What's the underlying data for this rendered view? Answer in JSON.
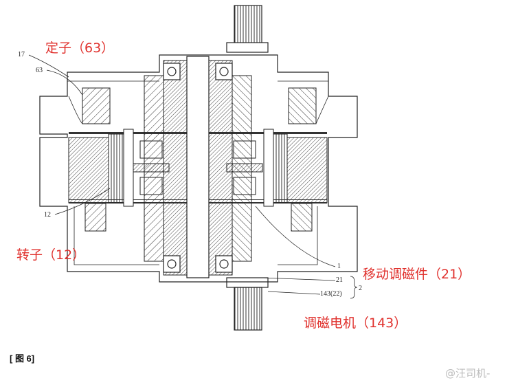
{
  "labels": {
    "stator": "定子（63）",
    "rotor": "转子（12）",
    "moving_modulator": "移动调磁件（21）",
    "motor": "调磁电机（143）"
  },
  "refs": {
    "r17": "17",
    "r63": "63",
    "r12": "12",
    "r1": "1",
    "r21": "21",
    "r2": "2",
    "r143": "143(22)"
  },
  "caption": "[ 图 6]",
  "watermark": "@汪司机-",
  "colors": {
    "annotation": "#e0302c",
    "line": "#222222"
  }
}
